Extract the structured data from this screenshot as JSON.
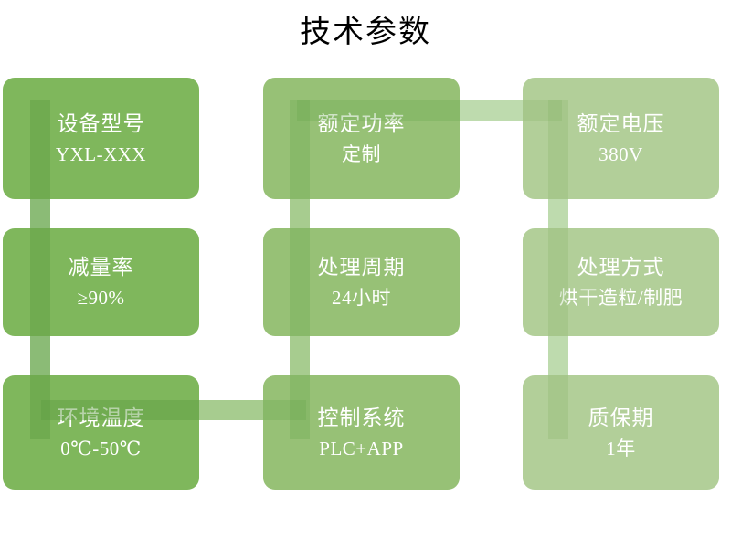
{
  "page": {
    "title": "技术参数",
    "background_color": "#ffffff",
    "title_color": "#000000"
  },
  "palette": {
    "column1": "#7fb75c",
    "column2": "#97c176",
    "column3": "#b2cf99",
    "connector_dark": "#6aa84f",
    "connector_mid": "#82b75f",
    "connector_light": "#9bc782",
    "text": "#ffffff"
  },
  "cards": [
    {
      "id": "device-model",
      "title": "设备型号",
      "value": "YXL-XXX",
      "tone": "column1",
      "row": 1,
      "col": 1
    },
    {
      "id": "rated-power",
      "title": "额定功率",
      "value": "定制",
      "tone": "column2",
      "row": 1,
      "col": 2
    },
    {
      "id": "rated-voltage",
      "title": "额定电压",
      "value": "380V",
      "tone": "column3",
      "row": 1,
      "col": 3
    },
    {
      "id": "reduction-rate",
      "title": "减量率",
      "value": "≥90%",
      "tone": "column1",
      "row": 2,
      "col": 1
    },
    {
      "id": "process-cycle",
      "title": "处理周期",
      "value": "24小时",
      "tone": "column2",
      "row": 2,
      "col": 2
    },
    {
      "id": "process-method",
      "title": "处理方式",
      "value": "烘干造粒/制肥",
      "tone": "column3",
      "row": 2,
      "col": 3
    },
    {
      "id": "ambient-temp",
      "title": "环境温度",
      "value": "0℃-50℃",
      "tone": "column1",
      "row": 3,
      "col": 1
    },
    {
      "id": "control-system",
      "title": "控制系统",
      "value": "PLC+APP",
      "tone": "column2",
      "row": 3,
      "col": 2
    },
    {
      "id": "warranty-period",
      "title": "质保期",
      "value": "1年",
      "tone": "column3",
      "row": 3,
      "col": 3
    }
  ],
  "connectors": [
    {
      "id": "col1-row1-row2",
      "orientation": "vertical",
      "tone": "connector_dark"
    },
    {
      "id": "col1-row2-row3",
      "orientation": "vertical",
      "tone": "connector_dark"
    },
    {
      "id": "col2-row1-row2",
      "orientation": "vertical",
      "tone": "connector_mid"
    },
    {
      "id": "col2-row2-row3",
      "orientation": "vertical",
      "tone": "connector_mid"
    },
    {
      "id": "col3-row1-row2",
      "orientation": "vertical",
      "tone": "connector_light"
    },
    {
      "id": "col3-row2-row3",
      "orientation": "vertical",
      "tone": "connector_light"
    },
    {
      "id": "row1-col2-col3",
      "orientation": "horizontal",
      "tone": "connector_light"
    },
    {
      "id": "row3-col1-col2",
      "orientation": "horizontal",
      "tone": "connector_mid"
    }
  ]
}
